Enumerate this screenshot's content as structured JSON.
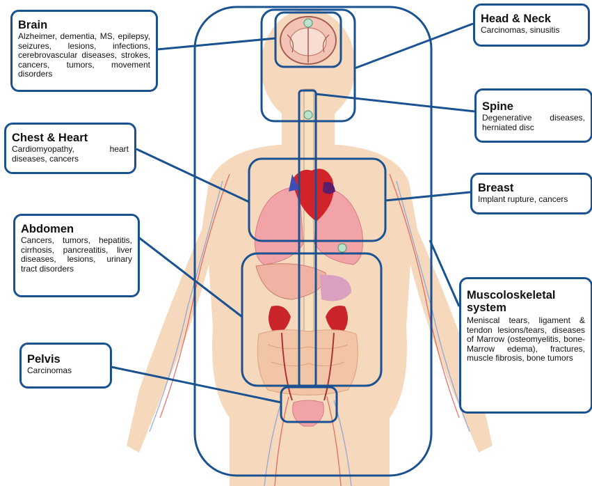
{
  "regions": {
    "brain": {
      "title": "Brain",
      "description": "Alzheimer, dementia, MS, epilepsy, seizures, lesions, infections, cerebrovascular diseases, strokes, cancers, tumors, movement disorders"
    },
    "chest_heart": {
      "title": "Chest & Heart",
      "description": "Cardiomyopathy, heart diseases, cancers"
    },
    "abdomen": {
      "title": "Abdomen",
      "description": "Cancers, tumors, hepatitis, cirrhosis, pancreatitis, liver diseases, lesions, urinary tract disorders"
    },
    "pelvis": {
      "title": "Pelvis",
      "description": "Carcinomas"
    },
    "head_neck": {
      "title": "Head & Neck",
      "description": "Carcinomas, sinusitis"
    },
    "spine": {
      "title": "Spine",
      "description": "Degenerative diseases, herniated disc"
    },
    "breast": {
      "title": "Breast",
      "description": "Implant rupture, cancers"
    },
    "musculoskeletal": {
      "title": "Muscoloskeletal system",
      "description": "Meniscal tears, ligament & tendon lesions/tears, diseases of Marrow (osteomyelitis, bone-Marrow edema), fractures, muscle fibrosis, bone tumors"
    }
  },
  "colors": {
    "frame": "#1a5191",
    "skin": "#f6d9bd",
    "artery": "#e0504b",
    "vein": "#7d9ad6",
    "organ_pink": "#f2a3a8",
    "heart": "#d3232a"
  }
}
